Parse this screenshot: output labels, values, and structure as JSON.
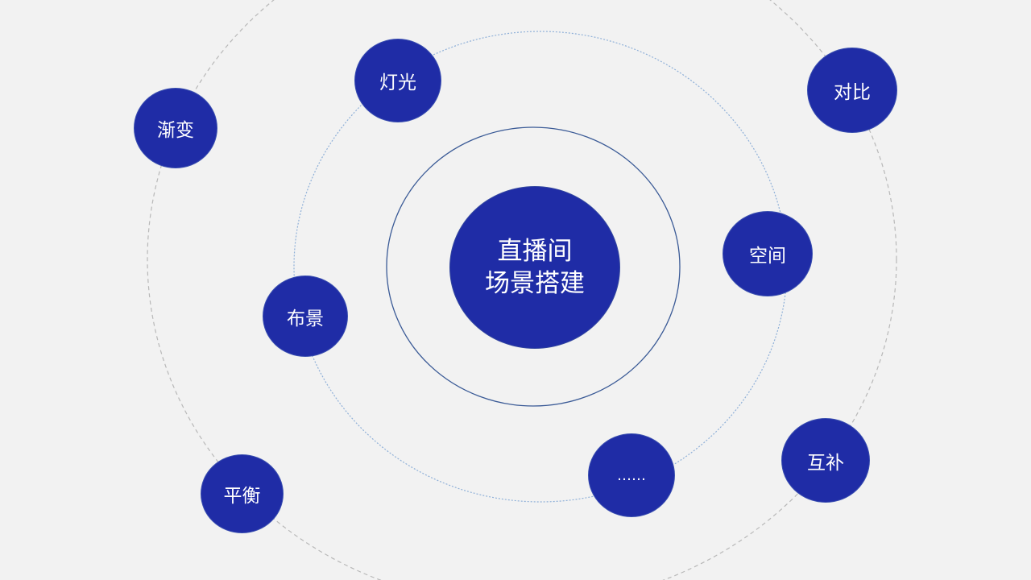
{
  "diagram": {
    "center": {
      "line1": "直播间",
      "line2": "场景搭建"
    },
    "nodes": [
      {
        "id": "dengguang",
        "label": "灯光"
      },
      {
        "id": "jianbian",
        "label": "渐变"
      },
      {
        "id": "duibi",
        "label": "对比"
      },
      {
        "id": "kongjian",
        "label": "空间"
      },
      {
        "id": "bujing",
        "label": "布景"
      },
      {
        "id": "pingheng",
        "label": "平衡"
      },
      {
        "id": "ellipsis",
        "label": "……"
      },
      {
        "id": "hubu",
        "label": "互补"
      }
    ]
  },
  "colors": {
    "background": "#f2f2f2",
    "node_fill": "#1f2ca6",
    "inner_ring": "#3a5a96",
    "middle_ring": "#8fb0d8",
    "outer_ring": "#b8b8b8",
    "text": "#ffffff"
  }
}
